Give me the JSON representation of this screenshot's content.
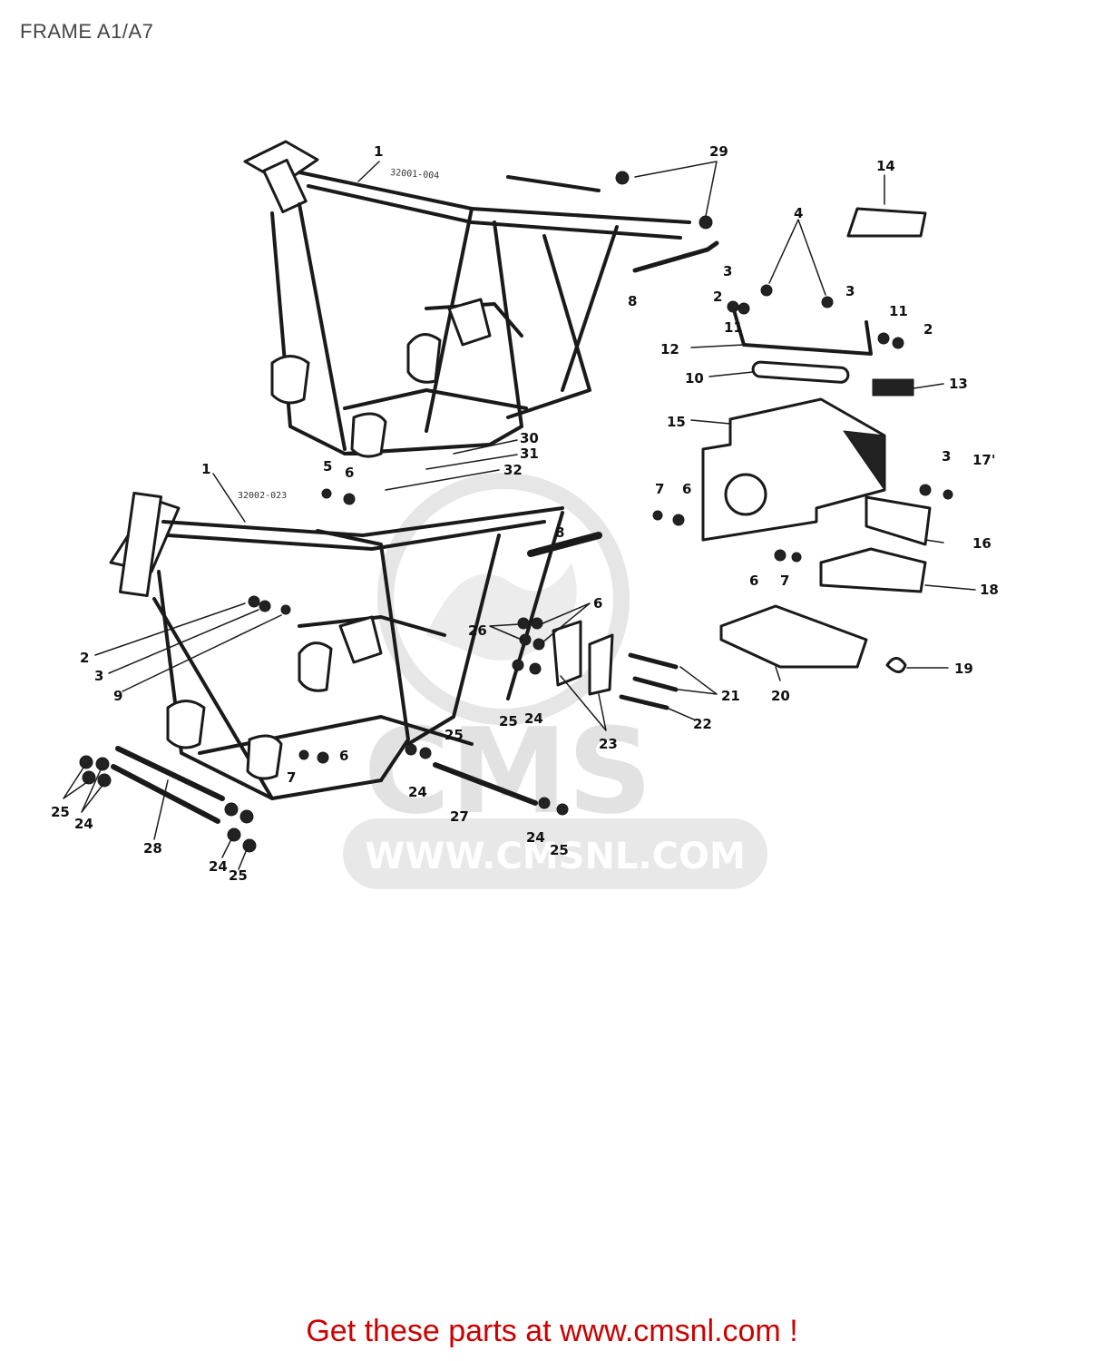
{
  "page": {
    "title": "FRAME A1/A7"
  },
  "watermark": {
    "brand": "CMS",
    "url": "WWW.CMSNL.COM"
  },
  "diagram": {
    "frame_upper_code": "32001-004",
    "frame_lower_code": "32002-023",
    "callouts": [
      {
        "id": "c1a",
        "label": "1"
      },
      {
        "id": "c29",
        "label": "29"
      },
      {
        "id": "c14",
        "label": "14"
      },
      {
        "id": "c4",
        "label": "4"
      },
      {
        "id": "c3a",
        "label": "3"
      },
      {
        "id": "c3b",
        "label": "3"
      },
      {
        "id": "c8a",
        "label": "8"
      },
      {
        "id": "c2a",
        "label": "2"
      },
      {
        "id": "c11a",
        "label": "11"
      },
      {
        "id": "c11b",
        "label": "11"
      },
      {
        "id": "c2b",
        "label": "2"
      },
      {
        "id": "c12",
        "label": "12"
      },
      {
        "id": "c10",
        "label": "10"
      },
      {
        "id": "c13",
        "label": "13"
      },
      {
        "id": "c15",
        "label": "15"
      },
      {
        "id": "c30",
        "label": "30"
      },
      {
        "id": "c31",
        "label": "31"
      },
      {
        "id": "c32",
        "label": "32"
      },
      {
        "id": "c5",
        "label": "5"
      },
      {
        "id": "c6a",
        "label": "6"
      },
      {
        "id": "c1b",
        "label": "1"
      },
      {
        "id": "c3c",
        "label": "3"
      },
      {
        "id": "c17",
        "label": "17'"
      },
      {
        "id": "c7a",
        "label": "7"
      },
      {
        "id": "c6b",
        "label": "6"
      },
      {
        "id": "c8b",
        "label": "8"
      },
      {
        "id": "c16",
        "label": "16"
      },
      {
        "id": "c6c",
        "label": "6"
      },
      {
        "id": "c7b",
        "label": "7"
      },
      {
        "id": "c18",
        "label": "18"
      },
      {
        "id": "c6d",
        "label": "6"
      },
      {
        "id": "c26",
        "label": "26"
      },
      {
        "id": "c2c",
        "label": "2"
      },
      {
        "id": "c3d",
        "label": "3"
      },
      {
        "id": "c9",
        "label": "9"
      },
      {
        "id": "c19",
        "label": "19"
      },
      {
        "id": "c25a",
        "label": "25"
      },
      {
        "id": "c24a",
        "label": "24"
      },
      {
        "id": "c21",
        "label": "21"
      },
      {
        "id": "c20",
        "label": "20"
      },
      {
        "id": "c22",
        "label": "22"
      },
      {
        "id": "c23",
        "label": "23"
      },
      {
        "id": "c25b",
        "label": "25"
      },
      {
        "id": "c6e",
        "label": "6"
      },
      {
        "id": "c7c",
        "label": "7"
      },
      {
        "id": "c24b",
        "label": "24"
      },
      {
        "id": "c27",
        "label": "27"
      },
      {
        "id": "c25c",
        "label": "25"
      },
      {
        "id": "c24c",
        "label": "24"
      },
      {
        "id": "c28",
        "label": "28"
      },
      {
        "id": "c24d",
        "label": "24"
      },
      {
        "id": "c25d",
        "label": "25"
      },
      {
        "id": "c24e",
        "label": "24"
      },
      {
        "id": "c25e",
        "label": "25"
      }
    ]
  },
  "footer": {
    "cta": "Get these parts at www.cmsnl.com !"
  },
  "colors": {
    "cta": "#cc0000",
    "title": "#444444",
    "line": "#1a1a1a",
    "watermark": "#e2e2e2"
  }
}
